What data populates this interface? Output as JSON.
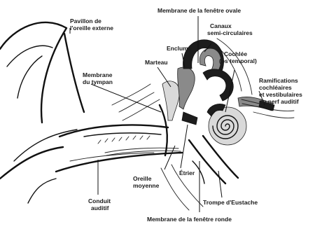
{
  "labels": {
    "pavillon": [
      "Pavillon de",
      "l'oreille externe"
    ],
    "membrane_fenetre_ovale": "Membrane de la fenêtre ovale",
    "canaux": [
      "Canaux",
      "semi-circulaires"
    ],
    "enclume": "Enclume",
    "cochlee": [
      "Cochlée",
      "(os temporal)"
    ],
    "marteau": "Marteau",
    "membrane_tympan": [
      "Membrane",
      "du tympan"
    ],
    "ramifications": [
      "Ramifications",
      "cochléaires",
      "et vestibulaires",
      "du nerf auditif"
    ],
    "oreille_moyenne": [
      "Oreille",
      "moyenne"
    ],
    "etrier": "Étrier",
    "conduit_auditif": [
      "Conduit",
      "auditif"
    ],
    "trompe_eustache": "Trompe d'Eustache",
    "membrane_fenetre_ronde": "Membrane de la fenêtre ronde"
  }
}
